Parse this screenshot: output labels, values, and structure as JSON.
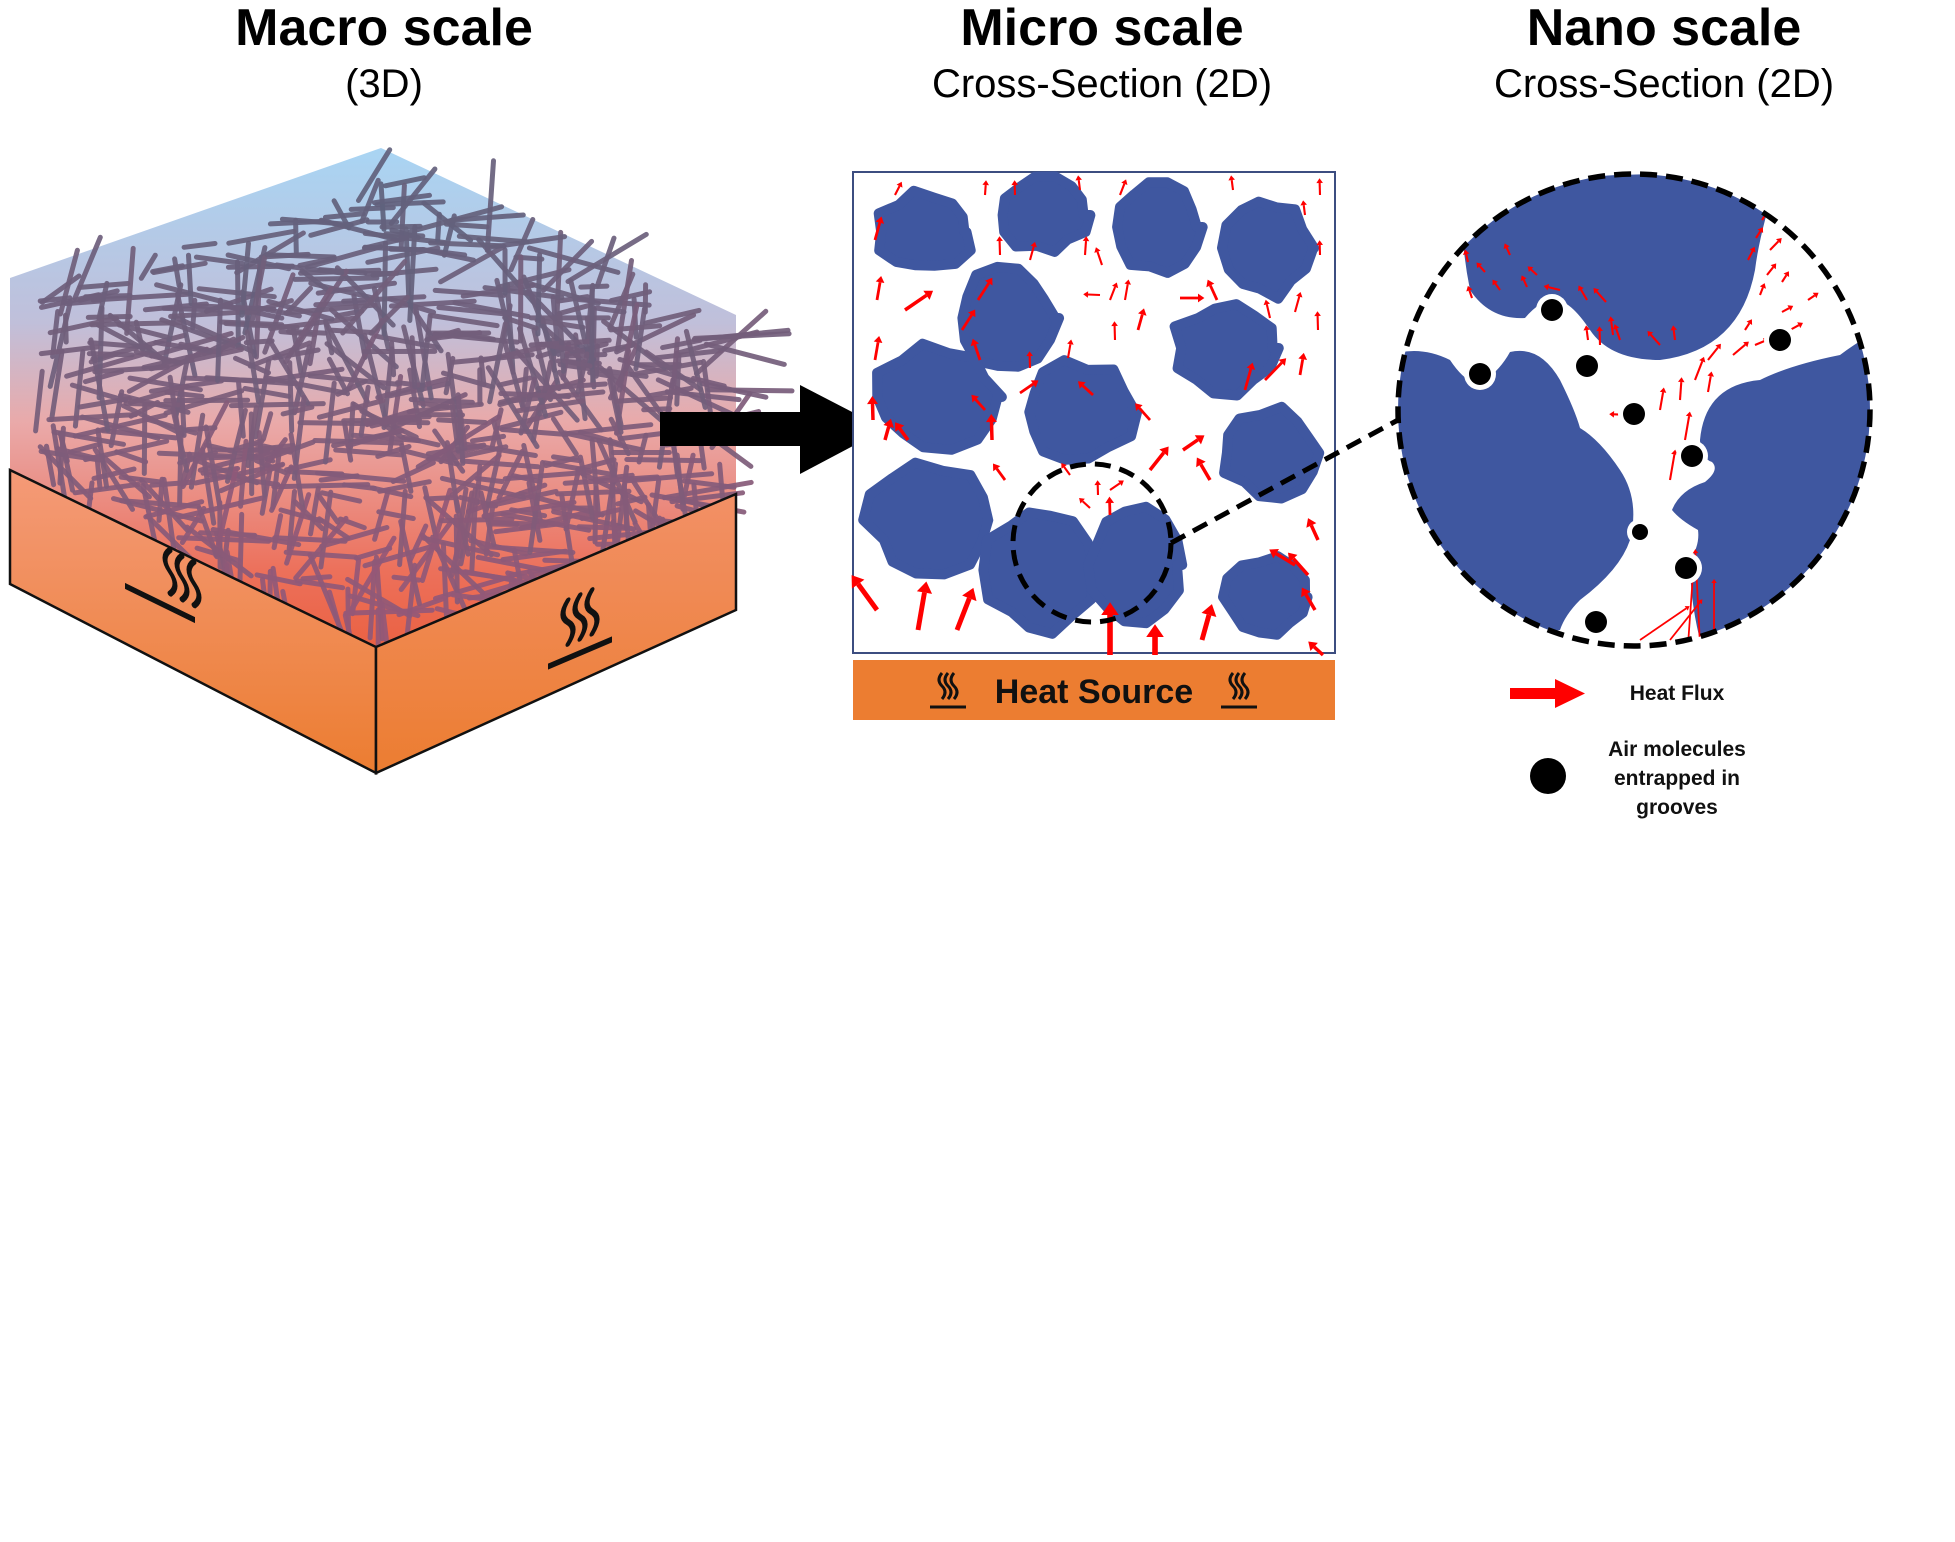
{
  "panels": {
    "macro": {
      "title": "Macro scale",
      "subtitle": "(3D)"
    },
    "micro": {
      "title": "Micro scale",
      "subtitle": "Cross-Section (2D)",
      "heat_source_label": "Heat Source"
    },
    "nano": {
      "title": "Nano scale",
      "subtitle": "Cross-Section (2D)"
    }
  },
  "legend": {
    "heat_flux": "Heat Flux",
    "air_molecules_lines": [
      "Air molecules",
      "entrapped in",
      "grooves"
    ]
  },
  "icons": {
    "heat": "heat-waves-icon",
    "flux": "red-arrow-icon",
    "molecule": "black-dot-icon"
  },
  "colors": {
    "particle_blue": "#3f57a0",
    "heat_arrow_red": "#ff0000",
    "slab_orange": "#ec7d31",
    "fiber_gray": "#6e6a80",
    "top_blue": "#9fcdf0",
    "hot_red": "#e85a3c"
  }
}
